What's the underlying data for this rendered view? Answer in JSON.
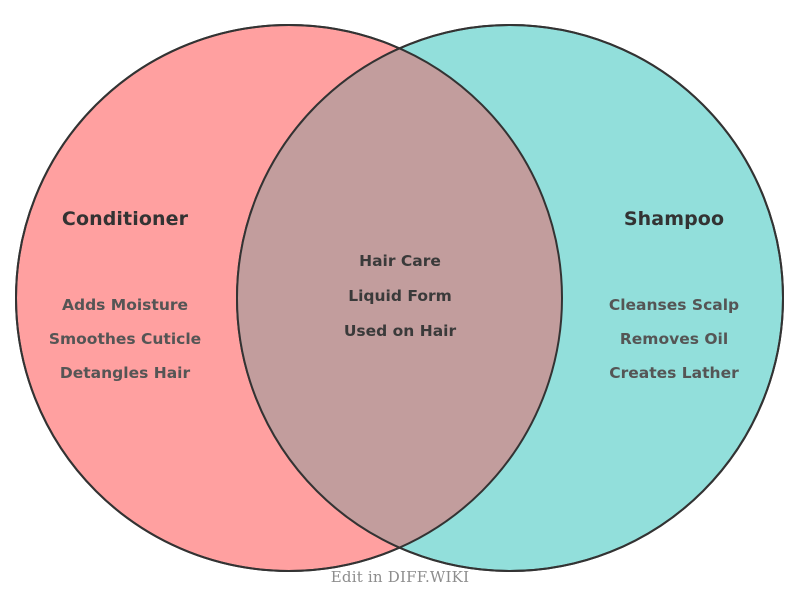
{
  "diagram": {
    "type": "venn",
    "sets": [
      {
        "id": "left",
        "title": "Conditioner",
        "fill": "#ffa0a0",
        "items": [
          "Adds Moisture",
          "Smoothes Cuticle",
          "Detangles Hair"
        ]
      },
      {
        "id": "right",
        "title": "Shampoo",
        "fill": "#92dfdb",
        "items": [
          "Cleanses Scalp",
          "Removes Oil",
          "Creates Lather"
        ]
      }
    ],
    "intersection": {
      "id": "center",
      "fill": "#c29d9d",
      "items": [
        "Hair Care",
        "Liquid Form",
        "Used on Hair"
      ]
    },
    "stroke": "#333333",
    "background": "#ffffff"
  },
  "footer": {
    "watermark": "Edit in DIFF.WIKI"
  }
}
